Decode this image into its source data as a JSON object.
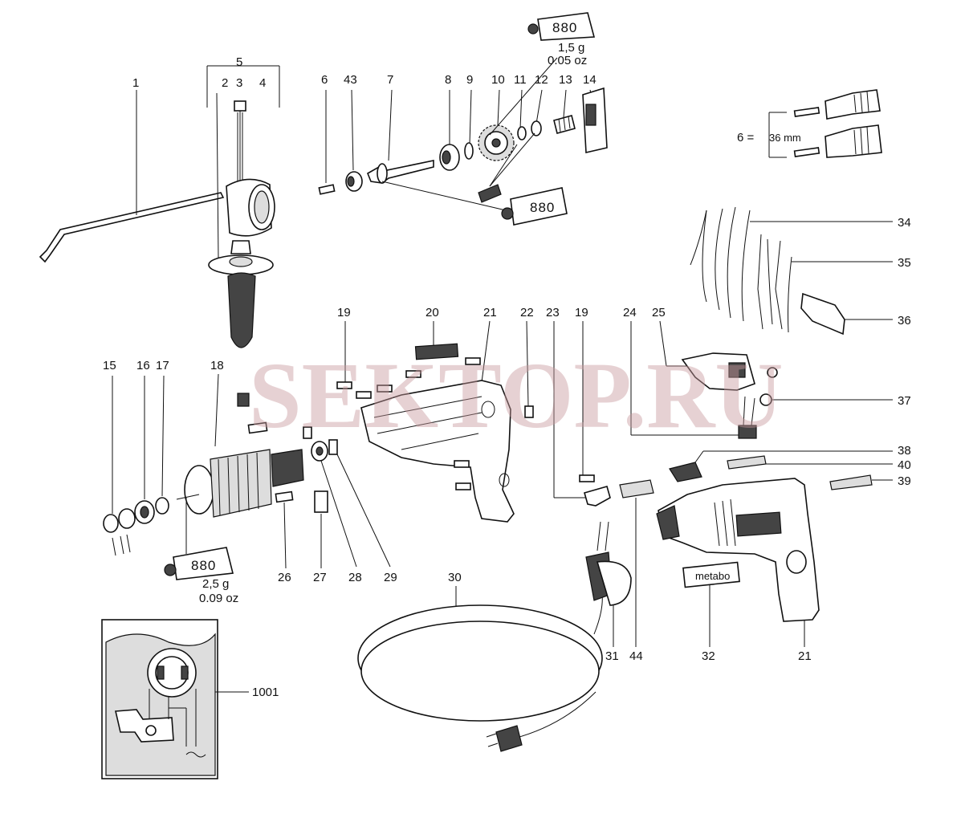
{
  "watermark": "SEKTOP.RU",
  "labels": {
    "n1": "1",
    "n2": "2",
    "n3": "3",
    "n4": "4",
    "n5": "5",
    "n6": "6",
    "n43": "43",
    "n7": "7",
    "n8": "8",
    "n9": "9",
    "n10": "10",
    "n11": "11",
    "n12": "12",
    "n13": "13",
    "n14": "14",
    "n15": "15",
    "n16": "16",
    "n17": "17",
    "n18": "18",
    "n19a": "19",
    "n20": "20",
    "n21a": "21",
    "n22": "22",
    "n23": "23",
    "n19b": "19",
    "n24": "24",
    "n25": "25",
    "n26": "26",
    "n27": "27",
    "n28": "28",
    "n29": "29",
    "n30": "30",
    "n31": "31",
    "n44": "44",
    "n32": "32",
    "n21b": "21",
    "n34": "34",
    "n35": "35",
    "n36": "36",
    "n37": "37",
    "n38": "38",
    "n40": "40",
    "n39": "39",
    "n1001": "1001"
  },
  "grease_top": {
    "code": "880",
    "amount": "1,5 g",
    "amount_oz": "0.05 oz"
  },
  "grease_mid": {
    "code": "880"
  },
  "grease_left": {
    "code": "880",
    "amount": "2,5 g",
    "amount_oz": "0.09 oz"
  },
  "chuck_spec": {
    "prefix": "6 =",
    "size": "36 mm"
  },
  "brand_plate": "metabo"
}
